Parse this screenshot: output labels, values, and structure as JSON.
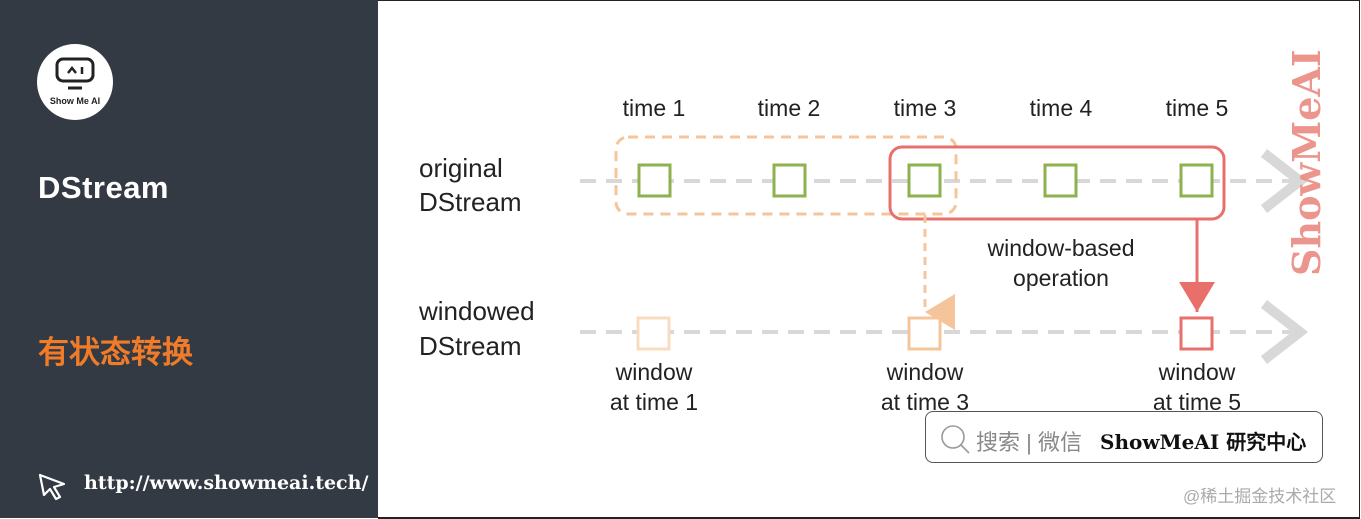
{
  "sidebar": {
    "logo_text": "Show Me AI",
    "title": "DStream",
    "subtitle": "有状态转换",
    "url": "http://www.showmeai.tech/"
  },
  "diagram": {
    "time_labels": [
      "time 1",
      "time 2",
      "time 3",
      "time 4",
      "time 5"
    ],
    "row1_label": [
      "original",
      "DStream"
    ],
    "row2_label": [
      "windowed",
      "DStream"
    ],
    "operation_label": [
      "window-based",
      "operation"
    ],
    "window_labels": [
      [
        "window",
        "at time 1"
      ],
      [
        "window",
        "at time 3"
      ],
      [
        "window",
        "at time 5"
      ]
    ],
    "colors": {
      "green": "#8fb04f",
      "orange_dashed": "#f5c49a",
      "red": "#e9706a",
      "arrow_gray": "#d8d8d8"
    }
  },
  "watermark": "ShowMeAI",
  "search_box": {
    "prefix": "搜索 | 微信",
    "name": "ShowMeAI 研究中心"
  },
  "credit": "@稀土掘金技术社区"
}
